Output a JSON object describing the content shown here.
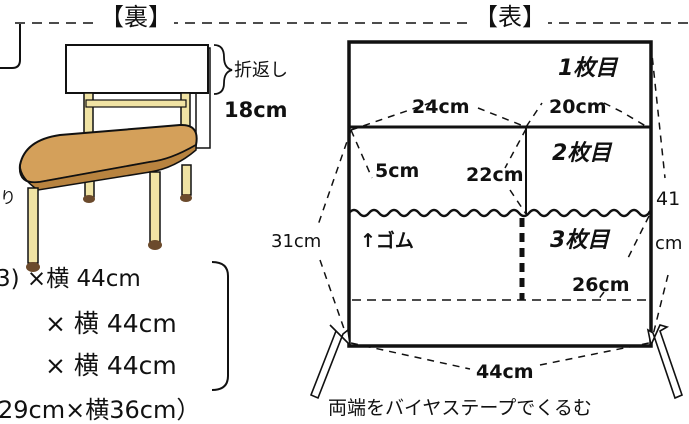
{
  "headers": {
    "back": "【裏】",
    "front": "【表】"
  },
  "chair": {
    "fold_label": "折返し",
    "height_label": "18cm",
    "edge_fragment": "り"
  },
  "size_list": {
    "row1": "3) ×横  44cm",
    "row2": "×  横  44cm",
    "row3": "×  横  44cm",
    "footer": "29cm×横36cm）"
  },
  "front": {
    "sheet1": "1枚目",
    "sheet2": "2枚目",
    "sheet3": "3枚目",
    "width_24": "24cm",
    "width_20": "20cm",
    "height_5": "5cm",
    "height_22": "22cm",
    "height_26": "26cm",
    "left_31": "31cm",
    "right_41_top": "41",
    "right_41_bottom": "cm",
    "bottom_44": "44cm",
    "rubber": "↑ゴム",
    "bias_tape_note": "両端をバイヤステープでくるむ"
  },
  "colors": {
    "wood": "#d4a05a",
    "legs": "#f0e3a4",
    "feet": "#6b4a2c",
    "line": "#111111"
  }
}
